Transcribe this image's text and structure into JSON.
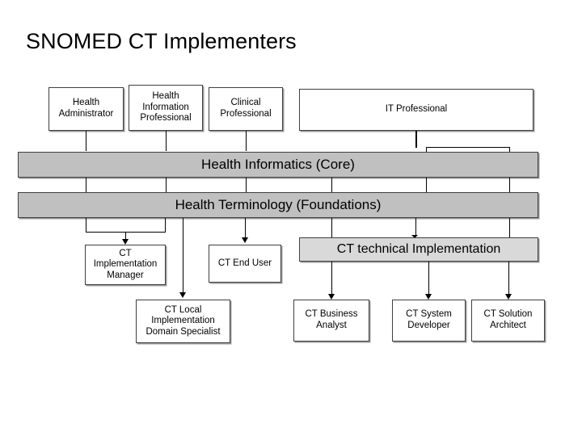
{
  "slide": {
    "title": "SNOMED CT Implementers",
    "background_color": "#ffffff"
  },
  "colors": {
    "band_core": "#c0c0c0",
    "band_foundation": "#c0c0c0",
    "band_tech": "#d9d9d9",
    "box_fill": "#ffffff",
    "border": "#3f3f3f",
    "shadow": "#9a9a9a",
    "text": "#000000"
  },
  "diagram": {
    "type": "hierarchy-flow",
    "roles": [
      {
        "id": "health-administrator",
        "label": "Health Administrator"
      },
      {
        "id": "health-information-professional",
        "label": "Health Information Professional"
      },
      {
        "id": "clinical-professional",
        "label": "Clinical Professional"
      },
      {
        "id": "it-professional",
        "label": "IT Professional"
      }
    ],
    "bands": [
      {
        "id": "health-informatics-core",
        "label": "Health Informatics (Core)"
      },
      {
        "id": "health-terminology-foundations",
        "label": "Health Terminology (Foundations)"
      },
      {
        "id": "ct-technical-implementation",
        "label": "CT technical Implementation"
      }
    ],
    "outcomes": [
      {
        "id": "ct-implementation-manager",
        "label": "CT Implementation Manager"
      },
      {
        "id": "ct-end-user",
        "label": "CT End User"
      },
      {
        "id": "ct-local-implementation-domain-specialist",
        "label": "CT Local Implementation Domain Specialist"
      },
      {
        "id": "ct-business-analyst",
        "label": "CT Business Analyst"
      },
      {
        "id": "ct-system-developer",
        "label": "CT System Developer"
      },
      {
        "id": "ct-solution-architect",
        "label": "CT Solution Architect"
      }
    ]
  }
}
